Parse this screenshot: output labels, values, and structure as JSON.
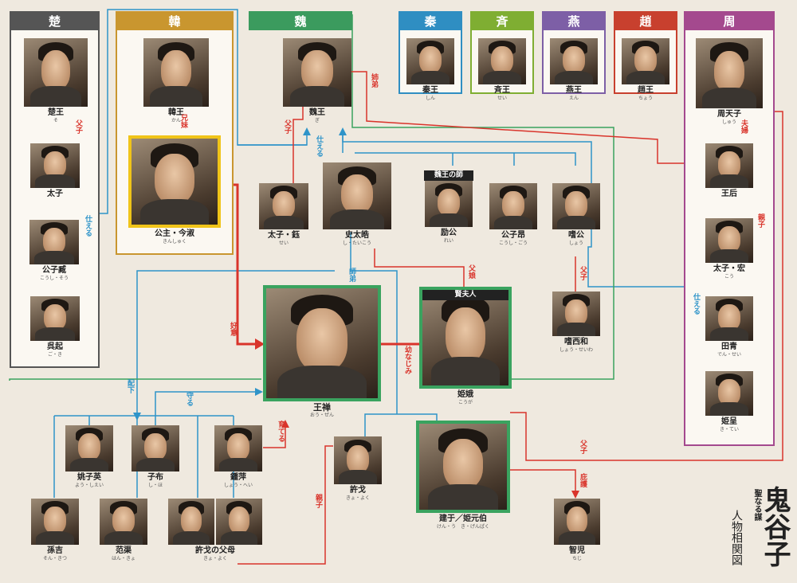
{
  "groups": [
    {
      "id": "chu",
      "label": "楚",
      "color": "#555555"
    },
    {
      "id": "han",
      "label": "韓",
      "color": "#c9962f"
    },
    {
      "id": "wei",
      "label": "魏",
      "color": "#3b9b5e"
    },
    {
      "id": "qin",
      "label": "秦",
      "color": "#2f8ec2"
    },
    {
      "id": "qi",
      "label": "斉",
      "color": "#7fae32"
    },
    {
      "id": "yan",
      "label": "燕",
      "color": "#7d5fa6"
    },
    {
      "id": "zhao",
      "label": "趙",
      "color": "#c8402e"
    },
    {
      "id": "zhou",
      "label": "周",
      "color": "#a4498e"
    }
  ],
  "people": {
    "chuwang": {
      "name": "楚王",
      "reading": "そ"
    },
    "taizi": {
      "name": "太子",
      "reading": ""
    },
    "gongzizang": {
      "name": "公子臧",
      "reading": "こうし・そう"
    },
    "wuqi": {
      "name": "呉起",
      "reading": "ご・き"
    },
    "hanwang": {
      "name": "韓王",
      "reading": "かん"
    },
    "gongzhu": {
      "name": "公主・今淑",
      "reading": "きんしゅく"
    },
    "weiwang": {
      "name": "魏王",
      "reading": "ぎ"
    },
    "taiziyu": {
      "name": "太子・鈺",
      "reading": "せい"
    },
    "shitaihao": {
      "name": "史太皓",
      "reading": "し・たいこう"
    },
    "liangong": {
      "name": "励公",
      "reading": "れい"
    },
    "gongziang": {
      "name": "公子昂",
      "reading": "こうし・ごう"
    },
    "shenggong": {
      "name": "嗜公",
      "reading": "しょう"
    },
    "shengxihe": {
      "name": "嗜西和",
      "reading": "しょう・せいわ"
    },
    "wangchan": {
      "name": "王禅",
      "reading": "おう・ぜん"
    },
    "jie": {
      "name": "姫娥",
      "reading": "こうが"
    },
    "qinwang": {
      "name": "秦王",
      "reading": "しん"
    },
    "qiwang": {
      "name": "斉王",
      "reading": "せい"
    },
    "yanwang": {
      "name": "燕王",
      "reading": "えん"
    },
    "zhaowang": {
      "name": "趙王",
      "reading": "ちょう"
    },
    "zhoutianzi": {
      "name": "周天子",
      "reading": "しゅう"
    },
    "wanghou": {
      "name": "王后",
      "reading": ""
    },
    "taizihong": {
      "name": "太子・宏",
      "reading": "こう"
    },
    "tianqing": {
      "name": "田青",
      "reading": "でん・せい"
    },
    "jicheng": {
      "name": "姫呈",
      "reading": "き・てい"
    },
    "yaoziying": {
      "name": "姚子英",
      "reading": "よう・しえい"
    },
    "zibu": {
      "name": "子布",
      "reading": "し・ほ"
    },
    "zhongping": {
      "name": "鍾萍",
      "reading": "しょう・へい"
    },
    "xuge": {
      "name": "許戈",
      "reading": "きょ・よく"
    },
    "jianyu": {
      "name": "建于／姫元伯",
      "reading": "けん・う　き・げんぱく"
    },
    "zhier": {
      "name": "智児",
      "reading": "ちじ"
    },
    "sunji": {
      "name": "孫吉",
      "reading": "そん・きつ"
    },
    "fanju": {
      "name": "范渠",
      "reading": "はん・きょ"
    },
    "xugeparents": {
      "name": "許戈の父母",
      "reading": "きょ・よく"
    }
  },
  "tags": {
    "weiwang_teacher": "魏王の師",
    "xianfuren": "賢夫人"
  },
  "relations": {
    "fuzi": "父子",
    "xiongmei": "兄妹",
    "shidi": "師弟",
    "dishi": "姉弟",
    "shijian": "仕える",
    "fufu": "夫婦",
    "qinzi": "親子",
    "haoyi": "好意",
    "fuzhang": "父娘",
    "yanaji": "幼なじみ",
    "peixia": "配下",
    "shou": "守る",
    "yuchi": "育てる",
    "bihu": "庇護"
  },
  "title": {
    "main": "鬼谷子",
    "sub": "聖なる謀",
    "chart": "人物相関図"
  },
  "colors": {
    "red": "#d9342b",
    "blue": "#2f94c9",
    "green": "#3aa35f",
    "yellow": "#f0c419"
  }
}
